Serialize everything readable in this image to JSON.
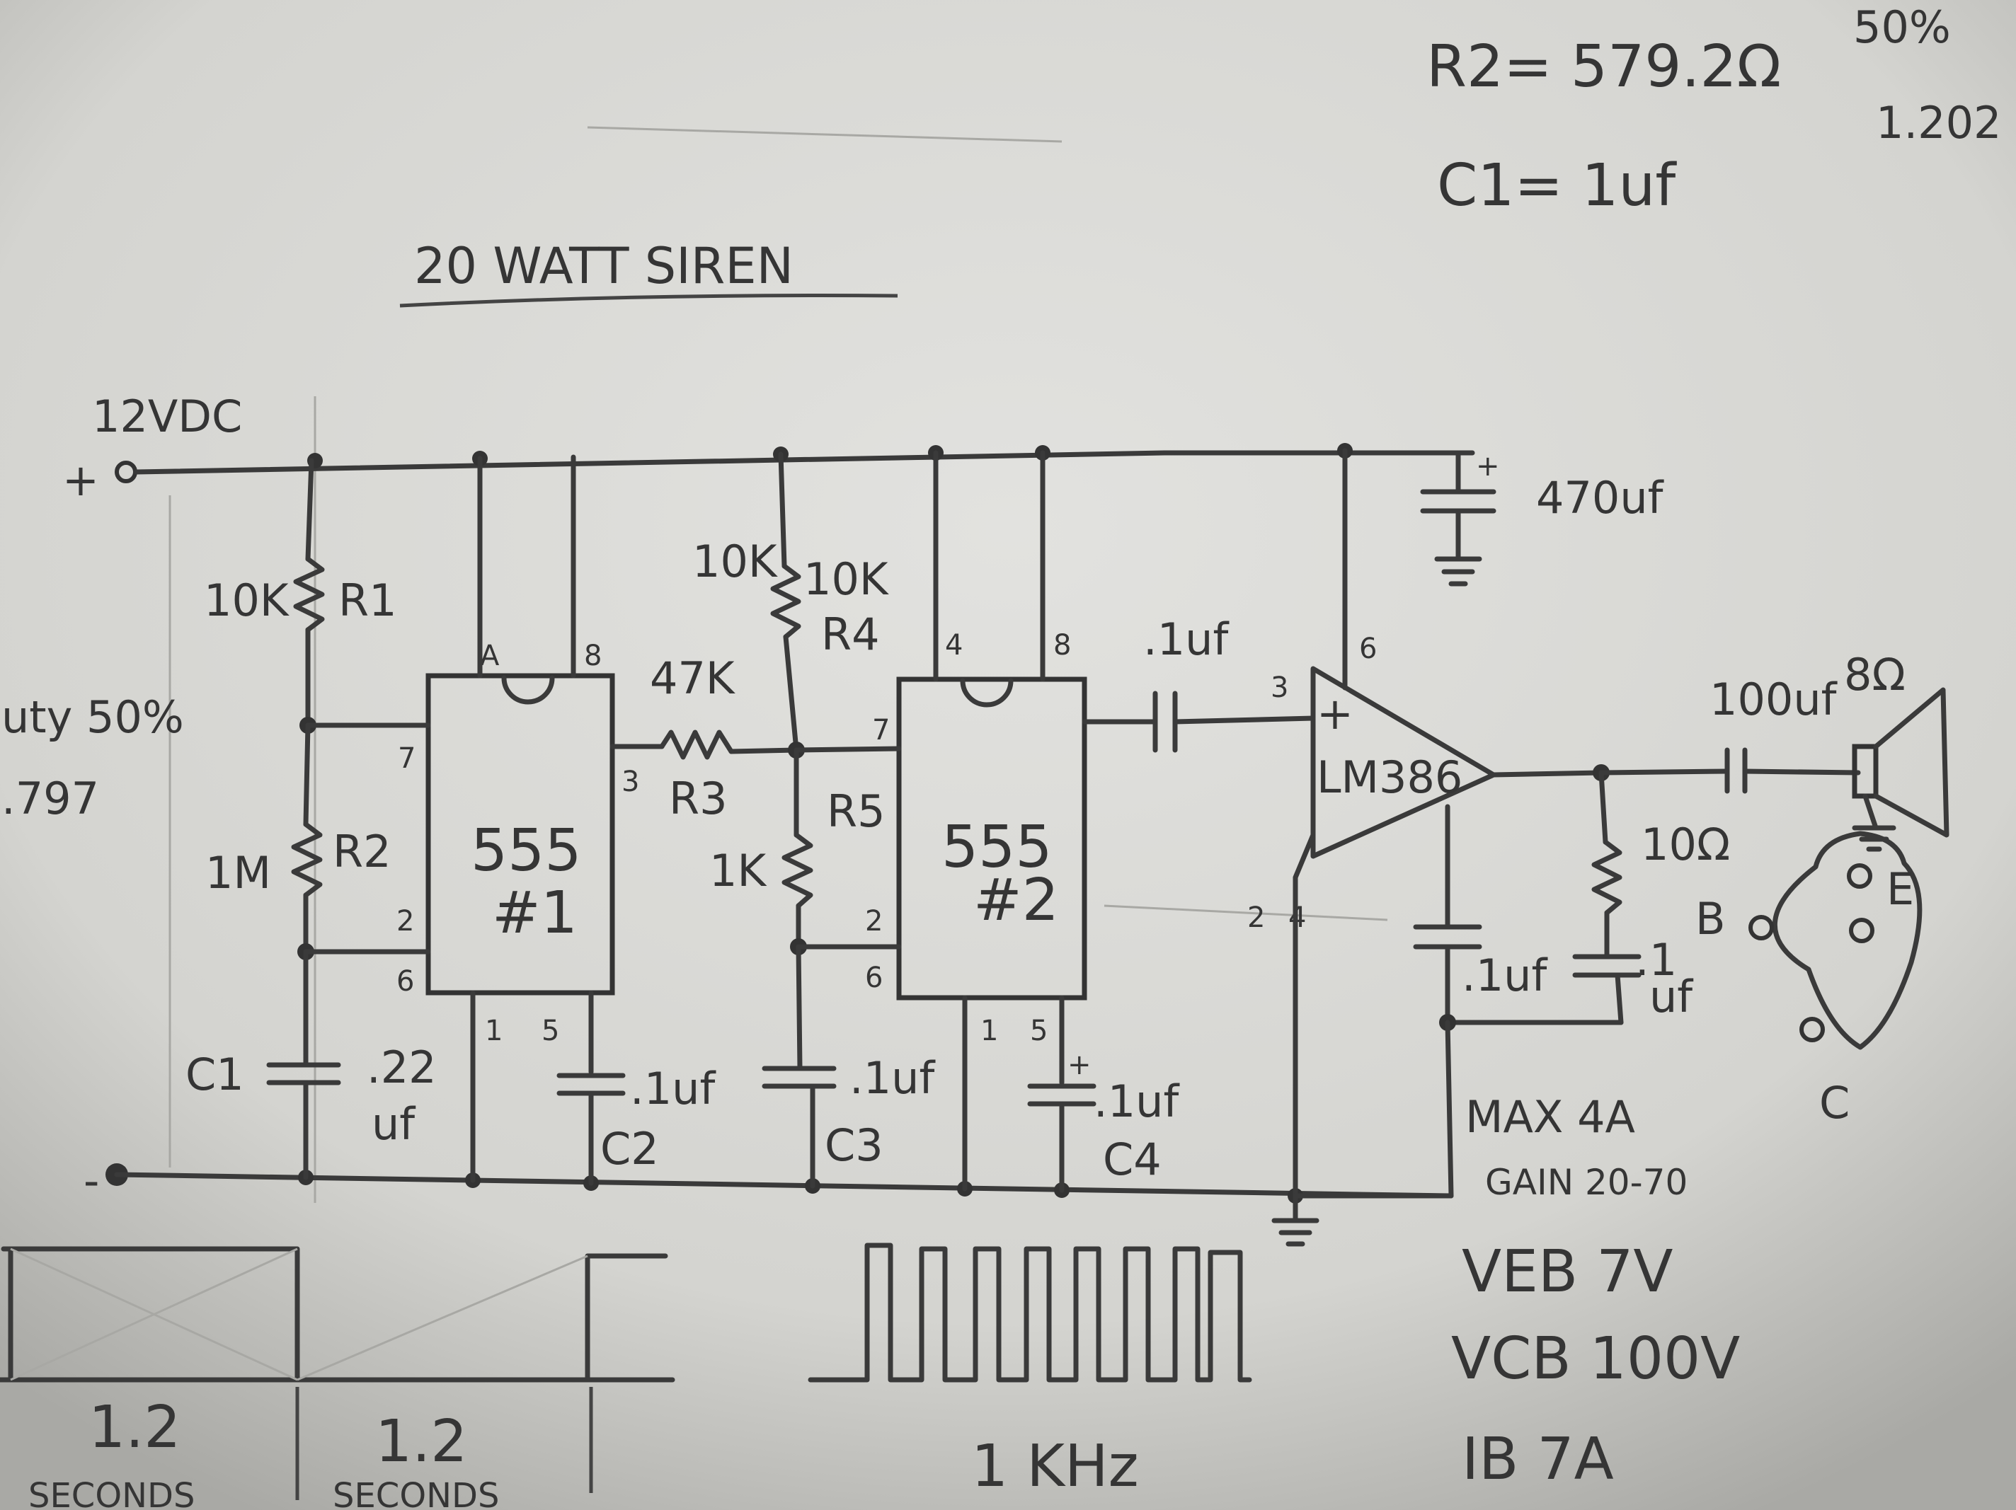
{
  "notes": {
    "r2_value": "R2= 579.2Ω",
    "c1_value": "C1= 1uf",
    "corner_percent": "50%",
    "corner_number": "1.202",
    "left_duty": "uty 50%",
    "left_number": ".797"
  },
  "title": "20 WATT SIREN",
  "supply": {
    "voltage": "12VDC",
    "plus": "+",
    "minus": "-"
  },
  "components": {
    "r1": {
      "value": "10K",
      "name": "R1"
    },
    "r2": {
      "value": "1M",
      "name": "R2"
    },
    "c1": {
      "name": "C1",
      "value_line1": ".22",
      "value_line2": "uf"
    },
    "ic1": {
      "type": "555",
      "id": "#1",
      "pin_top_left": "A",
      "pin_top_right": "8",
      "pin_7": "7",
      "pin_2": "2",
      "pin_6": "6",
      "pin_1": "1",
      "pin_5": "5",
      "pin_3": "3"
    },
    "c2": {
      "value": ".1uf",
      "name": "C2"
    },
    "r3": {
      "value": "47K",
      "name": "R3"
    },
    "r4": {
      "value": "10K",
      "name": "R4",
      "side_value": "10K"
    },
    "r5": {
      "value": "1K",
      "name": "R5"
    },
    "c3": {
      "value": ".1uf",
      "name": "C3"
    },
    "ic2": {
      "type": "555",
      "id": "#2",
      "pin_4": "4",
      "pin_8": "8",
      "pin_7": "7",
      "pin_2": "2",
      "pin_6": "6",
      "pin_1": "1",
      "pin_5": "5"
    },
    "c4": {
      "value": ".1uf",
      "name": "C4",
      "polarity": "+"
    },
    "coupling_cap": {
      "value": ".1uf"
    },
    "lm386": {
      "name": "LM386",
      "pin_3": "3",
      "pin_6": "6",
      "pin_2": "2",
      "pin_4": "4",
      "plus": "+"
    },
    "bulk_cap": {
      "value": "470uf",
      "polarity": "+"
    },
    "out_cap": {
      "value": "100uf"
    },
    "speaker": {
      "value": "8Ω"
    },
    "zobel_r": {
      "value": "10Ω"
    },
    "zobel_c1": {
      "value": ".1uf"
    },
    "zobel_c2": {
      "value_line1": ".1",
      "value_line2": "uf"
    }
  },
  "transistor": {
    "b": "B",
    "e": "E",
    "c": "C"
  },
  "specs": {
    "max_current": "MAX 4A",
    "gain": "GAIN 20-70",
    "veb": "VEB 7V",
    "vcb": "VCB 100V",
    "ib": "IB 7A"
  },
  "waveforms": {
    "t1": "1.2",
    "t1_unit": "SECONDS",
    "t2": "1.2",
    "t2_unit": "SECONDS",
    "freq": "1 KHz"
  }
}
